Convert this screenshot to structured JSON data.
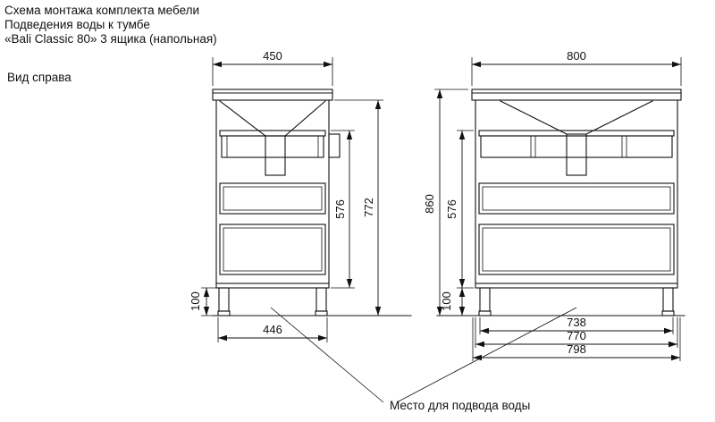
{
  "title": {
    "line1": "Схема монтажа комплекта мебели",
    "line2": "Подведения воды к тумбе",
    "line3": "«Bali Classic 80» 3 ящика (напольная)"
  },
  "labels": {
    "view_label": "Вид справа",
    "water_note": "Место для подвода воды"
  },
  "side_view": {
    "dims": {
      "top_width": "450",
      "drawer_section_height": "576",
      "body_height": "772",
      "leg_height": "100",
      "bottom_width": "446"
    }
  },
  "front_view": {
    "dims": {
      "top_width": "800",
      "total_height": "860",
      "drawer_section_height": "576",
      "leg_height": "100",
      "legs_span": "738",
      "body_width": "770",
      "base_width": "798"
    }
  }
}
